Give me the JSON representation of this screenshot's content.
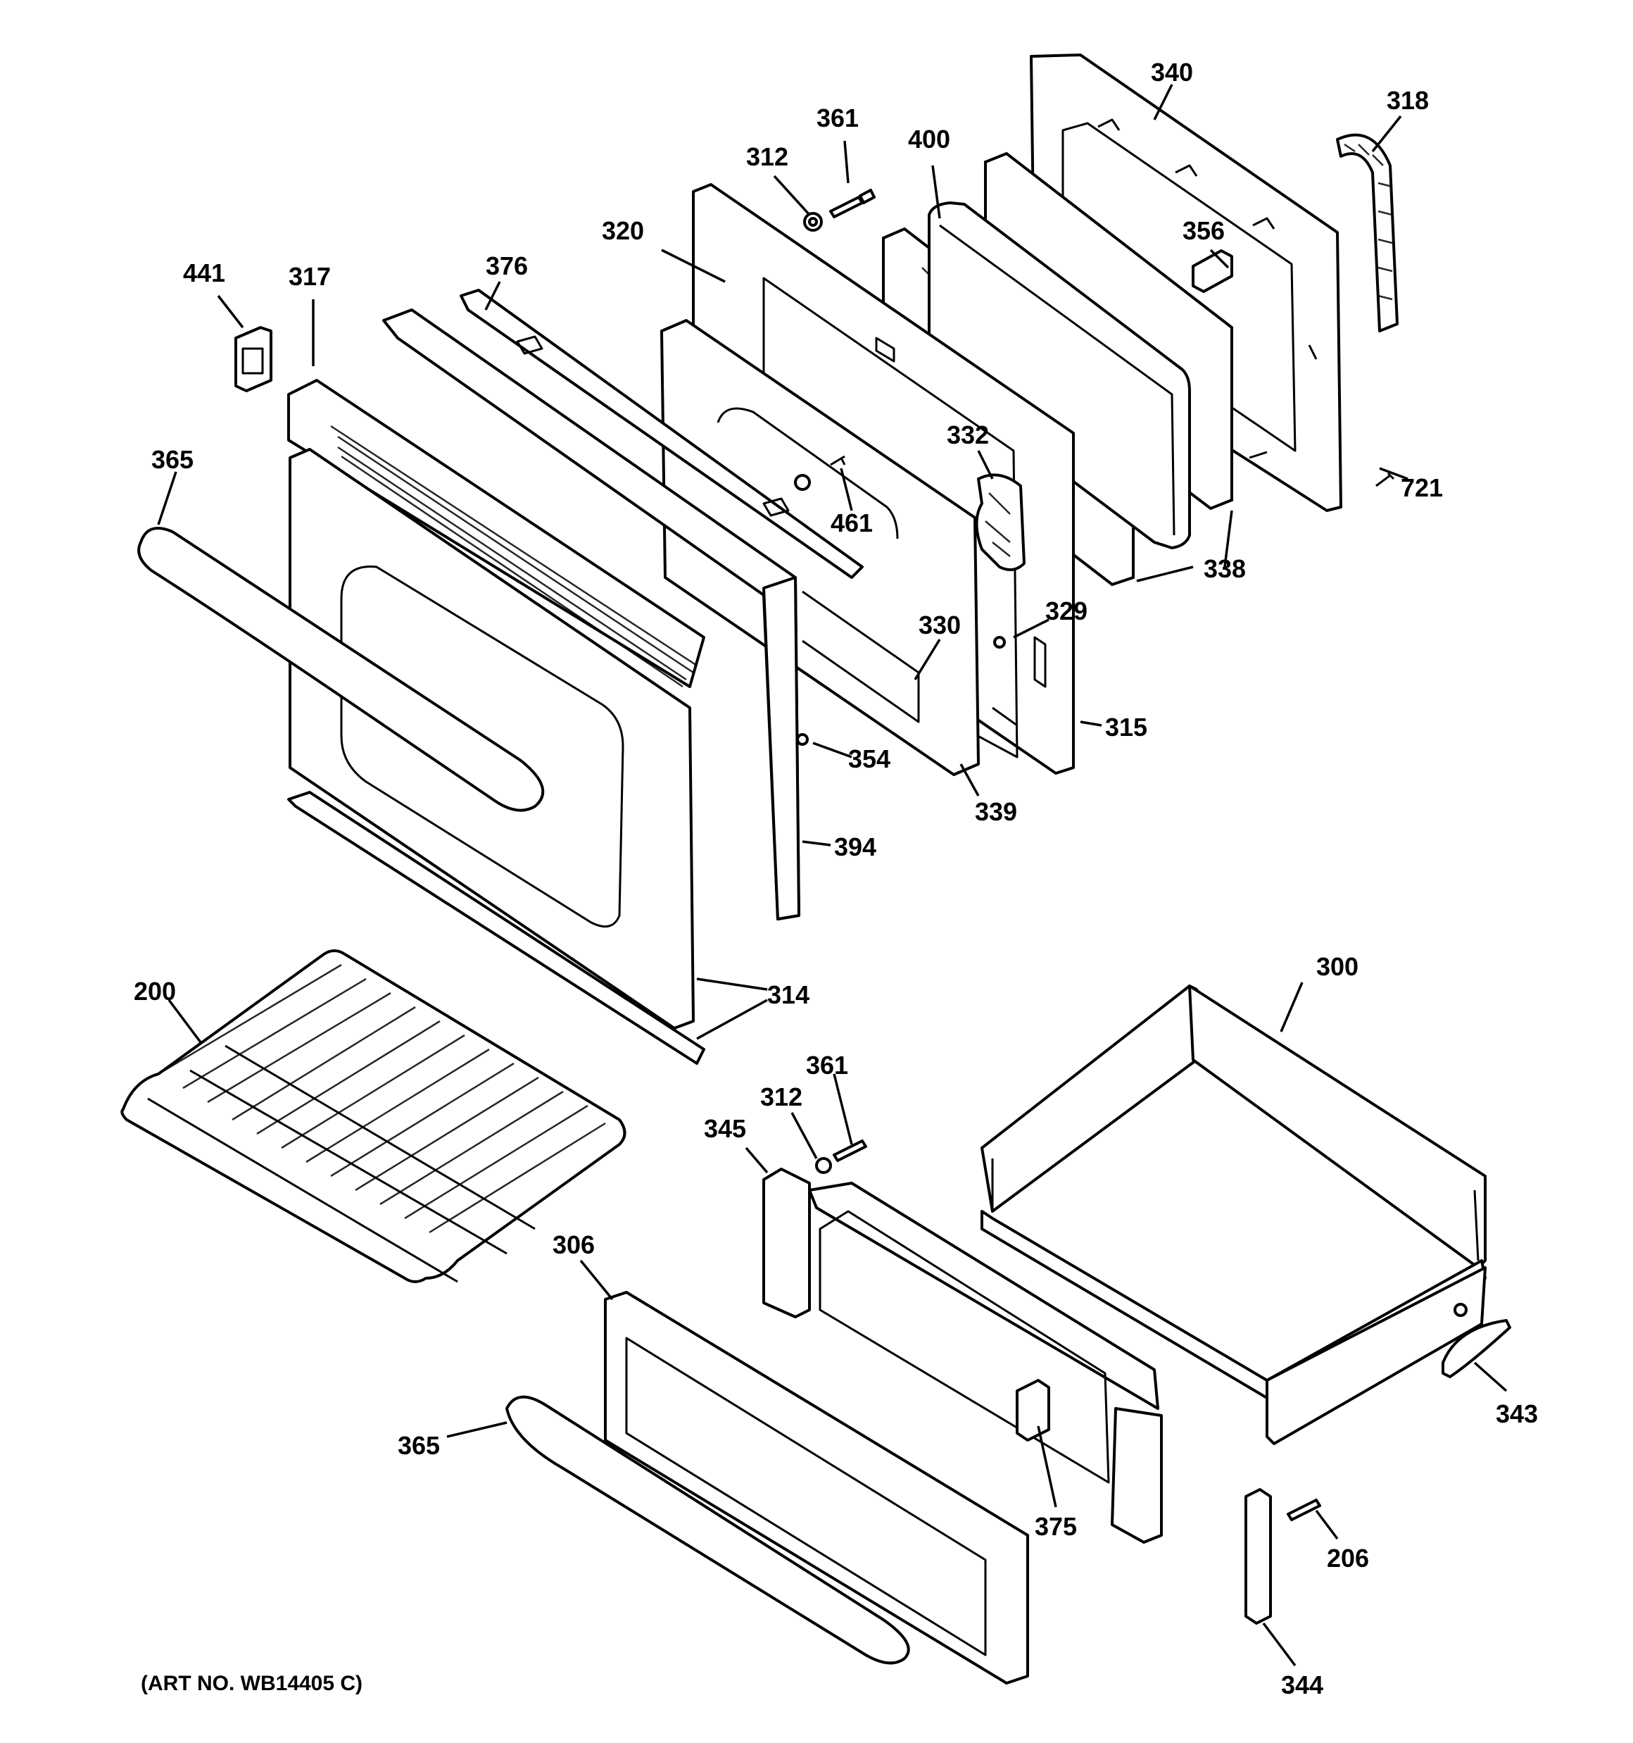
{
  "labels": {
    "p340": "340",
    "p318": "318",
    "p361a": "361",
    "p400": "400",
    "p312a": "312",
    "p356": "356",
    "p320": "320",
    "p441": "441",
    "p317": "317",
    "p376": "376",
    "p721": "721",
    "p332": "332",
    "p365a": "365",
    "p461": "461",
    "p338": "338",
    "p329": "329",
    "p330": "330",
    "p315": "315",
    "p354": "354",
    "p339": "339",
    "p394": "394",
    "p300": "300",
    "p200": "200",
    "p314": "314",
    "p361b": "361",
    "p312b": "312",
    "p345": "345",
    "p306": "306",
    "p343": "343",
    "p365b": "365",
    "p375": "375",
    "p206": "206",
    "p344": "344"
  },
  "art_number": "(ART NO. WB14405 C)"
}
